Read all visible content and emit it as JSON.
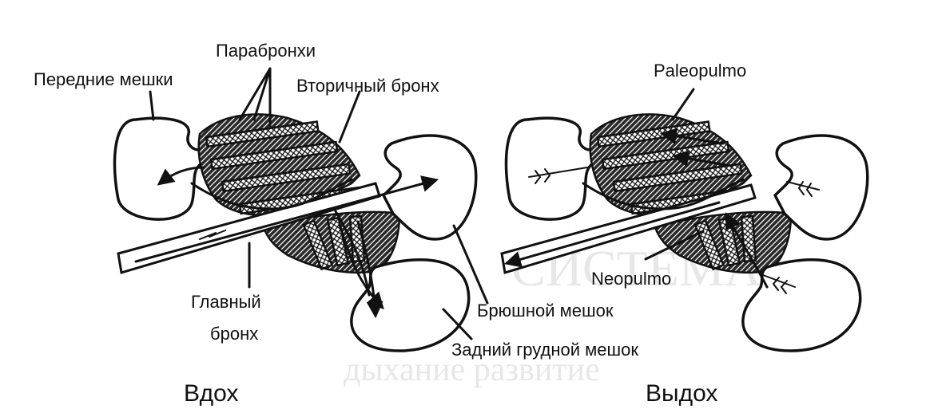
{
  "diagram": {
    "inhale": {
      "caption": "Вдох",
      "labels": {
        "parabronchi": "Парабронхи",
        "anterior_sacs": "Передние мешки",
        "secondary_bronchus": "Вторичный бронх",
        "main_bronchus_line1": "Главный",
        "main_bronchus_line2": "бронх"
      }
    },
    "exhale": {
      "caption": "Выдох",
      "labels": {
        "paleopulmo": "Paleopulmo",
        "neopulmo": "Neopulmo"
      }
    },
    "shared_labels": {
      "abdominal_sac": "Брюшной мешок",
      "posterior_thoracic_sac": "Задний грудной мешок"
    },
    "background_text": {
      "line1": "СИСТЕМА",
      "line2": "дыхание развитие"
    },
    "colors": {
      "ink": "#111111",
      "background": "#ffffff",
      "ghost_text": "#e7e7e7"
    }
  }
}
